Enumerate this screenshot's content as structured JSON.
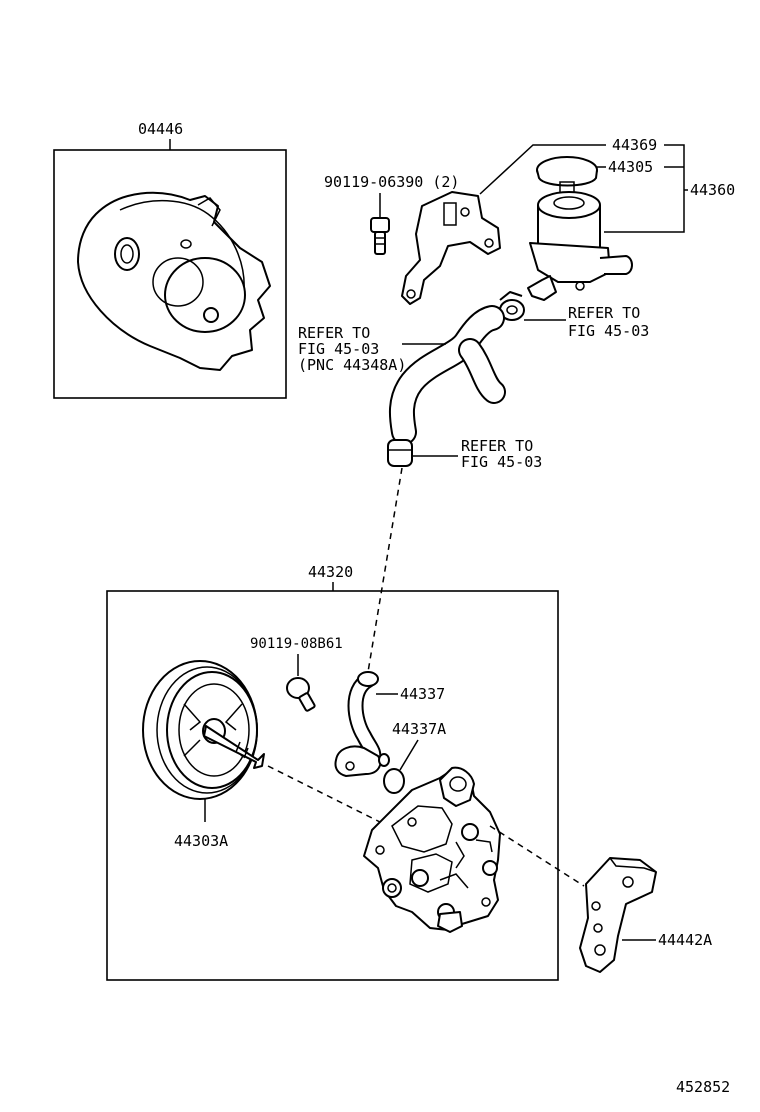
{
  "labels": {
    "kit_04446": "04446",
    "bolt_90119_06390": "90119-06390 (2)",
    "p44369": "44369",
    "p44305": "44305",
    "p44360": "44360",
    "refer_hose_1": "REFER TO",
    "refer_hose_2": "FIG 45-03",
    "refer_hose_3": "(PNC 44348A)",
    "refer_clamp_a_1": "REFER TO",
    "refer_clamp_a_2": "FIG 45-03",
    "refer_clamp_b_1": "REFER TO",
    "refer_clamp_b_2": "FIG 45-03",
    "assy_44320": "44320",
    "bolt_90119_08b61": "90119-08B61",
    "p44337": "44337",
    "p44337a": "44337A",
    "p44303a": "44303A",
    "p44442a": "44442A",
    "figure_number": "452852"
  }
}
